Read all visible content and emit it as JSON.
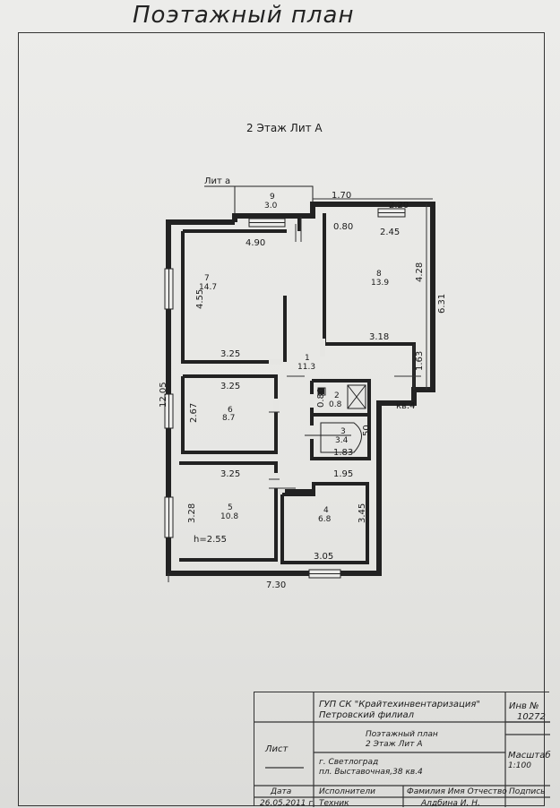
{
  "page_title": "Поэтажный план",
  "level_title": "2 Этаж Лит А",
  "lit_a_small": "Лит а",
  "rooms": [
    {
      "num": "1",
      "area": "11.3"
    },
    {
      "num": "2",
      "area": "0.8"
    },
    {
      "num": "3",
      "area": "3.4"
    },
    {
      "num": "4",
      "area": "6.8"
    },
    {
      "num": "5",
      "area": "10.8"
    },
    {
      "num": "6",
      "area": "8.7"
    },
    {
      "num": "7",
      "area": "14.7"
    },
    {
      "num": "8",
      "area": "13.9"
    },
    {
      "num": "9",
      "area": "3.0"
    }
  ],
  "dims": {
    "d_170": "1.70",
    "d_220": "2.20",
    "d_490": "4.90",
    "d_080a": "0.80",
    "d_245": "2.45",
    "d_455": "4.55",
    "d_428": "4.28",
    "d_631": "6.31",
    "d_325a": "3.25",
    "d_318": "3.18",
    "d_163": "1.63",
    "d_1205": "12.05",
    "d_325b": "3.25",
    "d_267": "2.67",
    "d_080b": "0.80",
    "d_50": "50",
    "d_183": "1.83",
    "d_325c": "3.25",
    "d_195": "1.95",
    "d_328": "3.28",
    "d_345": "3.45",
    "d_305": "3.05",
    "d_730": "7.30",
    "height": "h=2.55"
  },
  "kv": "кв.4",
  "title_block": {
    "org1": "ГУП СК \"Крайтехинвентаризация\"",
    "org2": "Петровский филиал",
    "inv_label": "Инв №",
    "inv_value": "10272",
    "plan1": "Поэтажный план",
    "plan2": "2 Этаж Лит А",
    "list_label": "Лист",
    "city": "г. Светлоград",
    "address": "пл. Выставочная,38 кв.4",
    "scale_label": "Масштаб",
    "scale_value": "1:100",
    "date_label": "Дата",
    "exec_label": "Исполнители",
    "fio_label": "Фамилия Имя Отчество",
    "sign_label": "Подпись",
    "date_value": "26.05.2011 г.",
    "role_value": "Техник",
    "name_value": "Алдбина И. Н."
  }
}
